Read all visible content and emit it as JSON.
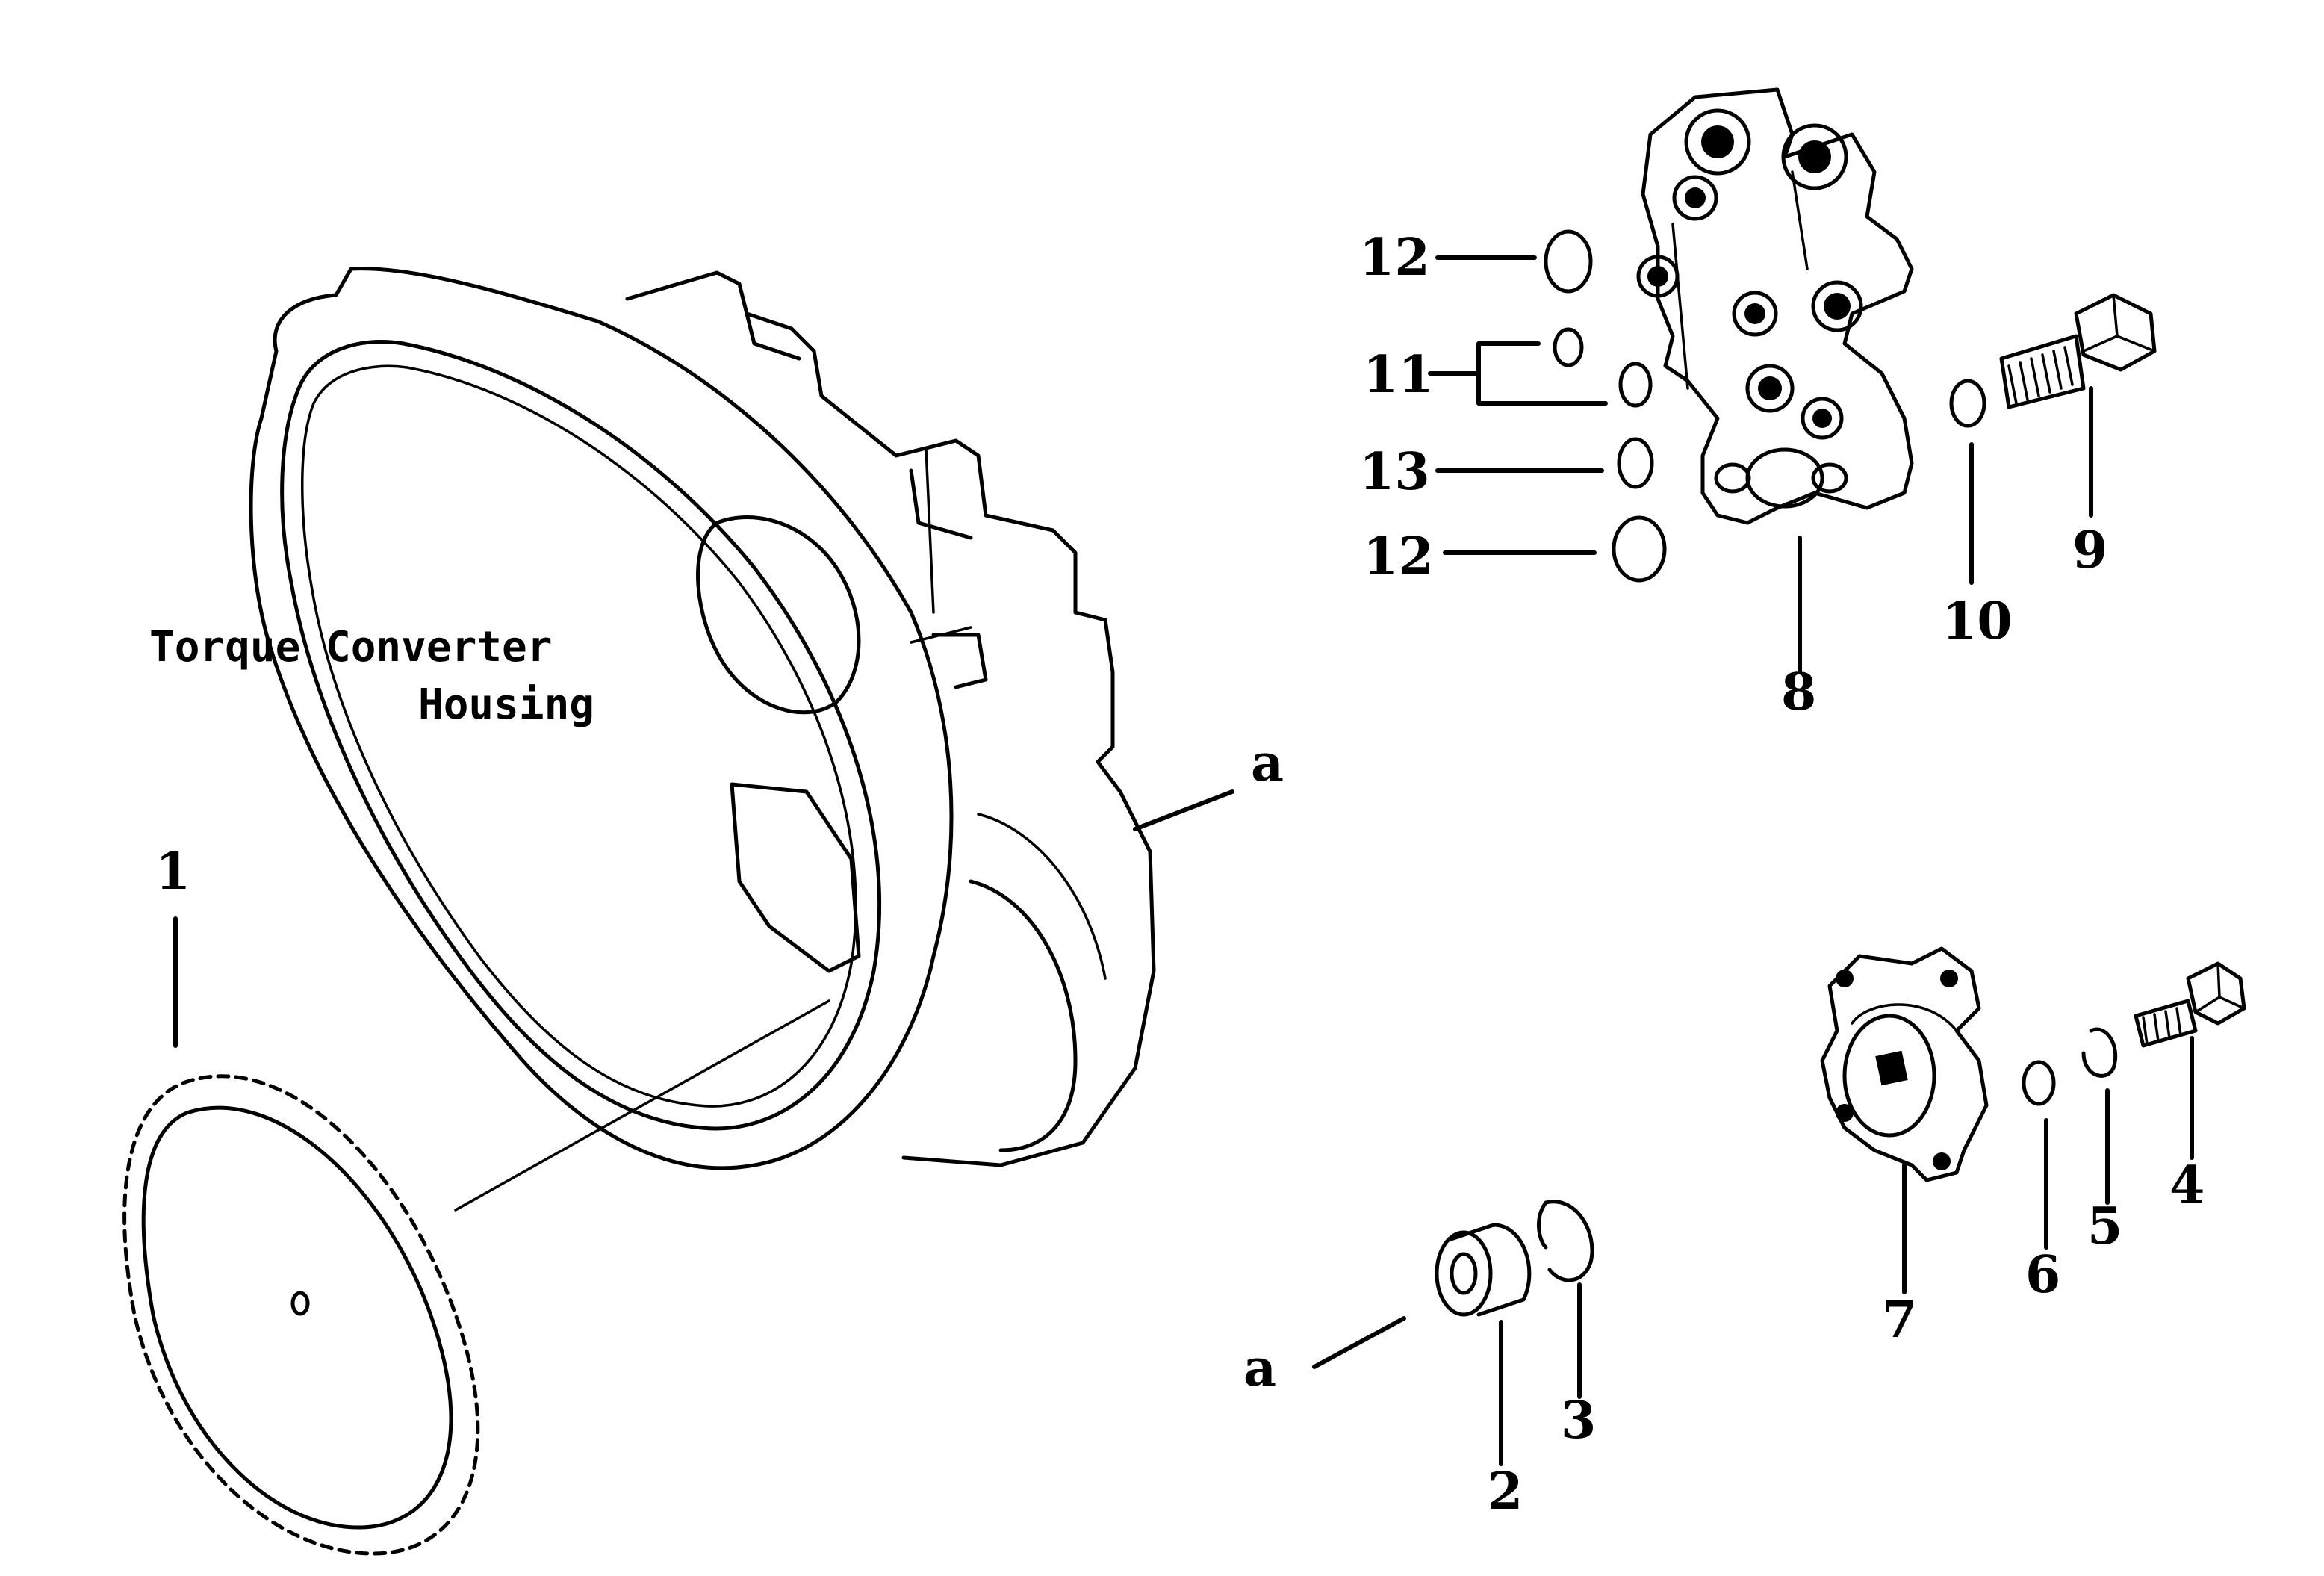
{
  "diagram": {
    "title_line1": "Torque Converter",
    "title_line2": "Housing",
    "callouts": {
      "c1": "1",
      "c2": "2",
      "c3": "3",
      "c4": "4",
      "c5": "5",
      "c6": "6",
      "c7": "7",
      "c8": "8",
      "c9": "9",
      "c10": "10",
      "c11": "11",
      "c12a": "12",
      "c12b": "12",
      "c13": "13",
      "a_top": "a",
      "a_bottom": "a"
    }
  }
}
